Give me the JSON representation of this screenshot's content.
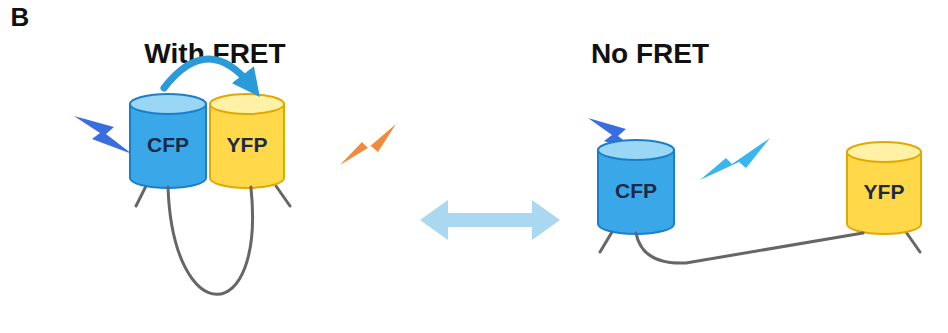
{
  "diagram": {
    "nodes": [
      {
        "text": [
          "CFP"
        ]
      },
      {
        "text": [
          "YFP"
        ]
      },
      {
        "text": [
          "CFP"
        ]
      },
      {
        "text": [
          "YFP"
        ]
      }
    ],
    "edges": [
      {
        "from": 0,
        "to": 1,
        "arrow": "none"
      },
      {
        "from": 0,
        "to": 1,
        "arrow": "to"
      },
      {
        "from": 2,
        "to": 3,
        "arrow": "none"
      }
    ],
    "labels": [
      "B",
      "With FRET",
      "No FRET"
    ]
  }
}
